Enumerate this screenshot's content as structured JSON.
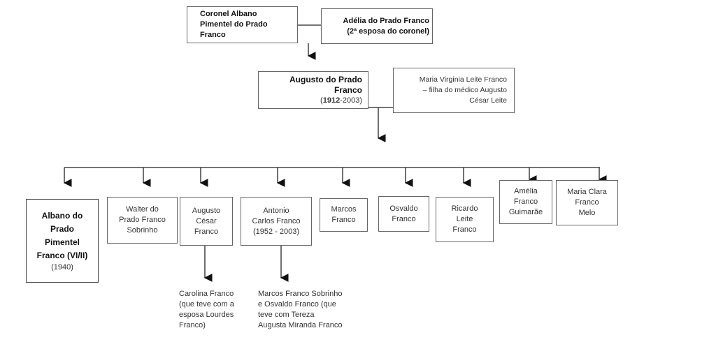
{
  "top": {
    "coronel": "Coronel Albano\nPimentel do Prado\nFranco",
    "adelia": "Adélia do Prado Franco\n(2ª esposa do coronel)"
  },
  "mid": {
    "augusto": "Augusto do Prado\nFranco",
    "augusto_dates_strong": "1912",
    "augusto_dates_rest": "-2003)",
    "maria": "Maria Virginia Leite Franco\n– filha do médico Augusto\nCésar Leite"
  },
  "children": {
    "albano": "Albano do\nPrado\nPimentel\nFranco (VI/II)",
    "albano_year": "(1940)",
    "walter": "Walter do\nPrado Franco\nSobrinho",
    "augusto_cesar": "Augusto\nCésar\nFranco",
    "antonio": "Antonio\nCarlos Franco\n(1952 - 2003)",
    "marcos": "Marcos\nFranco",
    "osvaldo": "Osvaldo\nFranco",
    "ricardo": "Ricardo\nLeite\nFranco",
    "amelia": "Amélia\nFranco\nGuimarãe",
    "maria_clara": "Maria Clara\nFranco\nMelo"
  },
  "notes": {
    "carolina": "Carolina Franco\n(que teve com a\nesposa Lourdes\nFranco)",
    "marcos_sobrinho": "Marcos Franco Sobrinho\ne Osvaldo Franco (que\nteve com Tereza\nAugusta Miranda Franco"
  }
}
